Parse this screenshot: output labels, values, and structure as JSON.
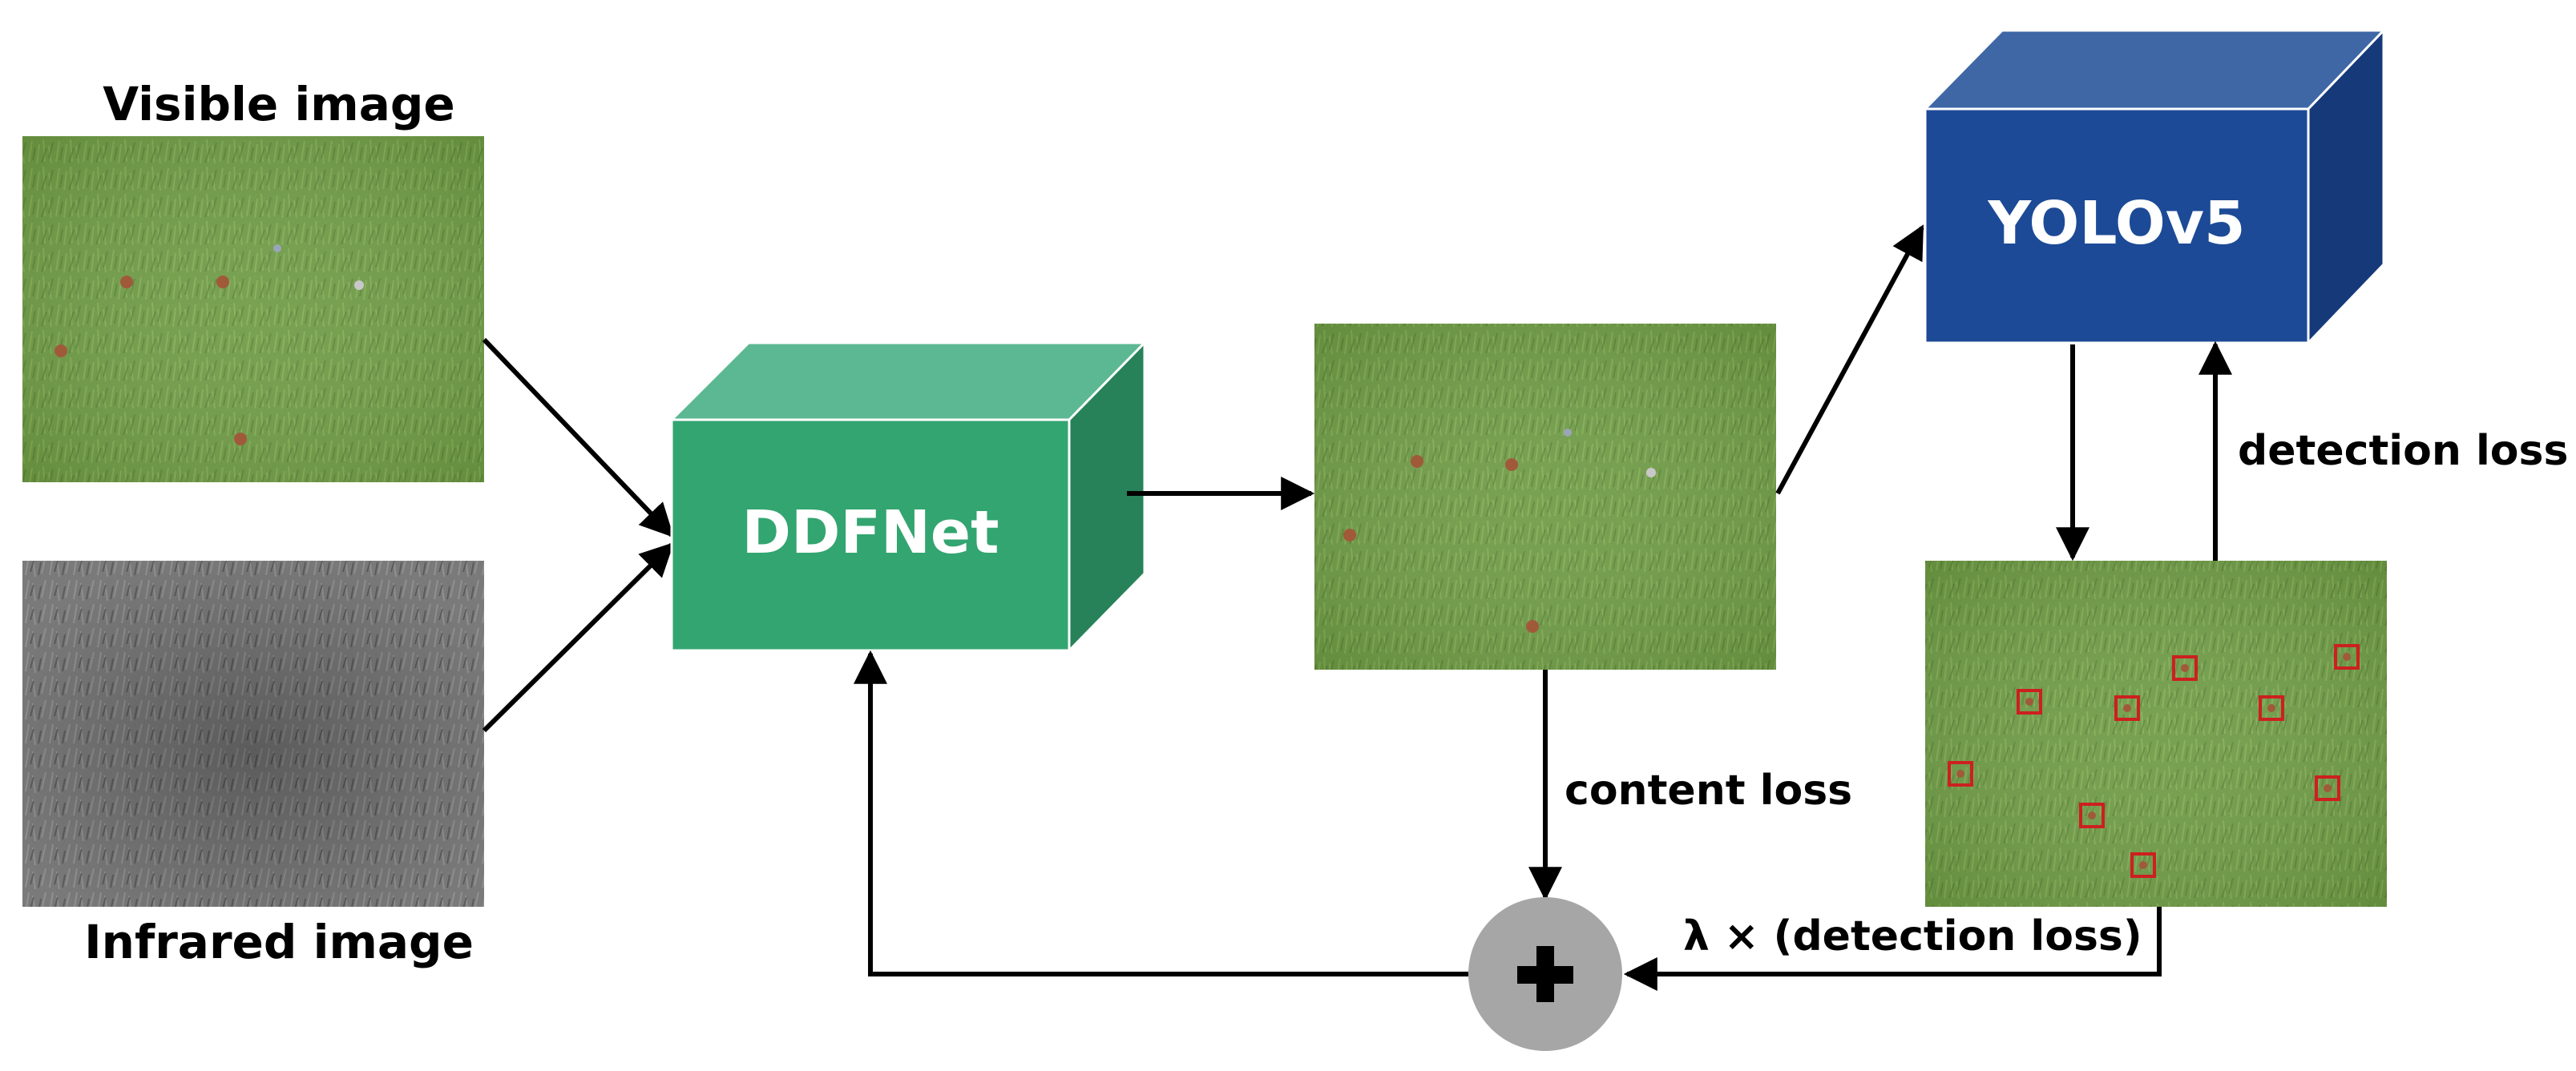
{
  "labels": {
    "visible": "Visible image",
    "infrared": "Infrared image",
    "content_loss": "content loss",
    "detection_loss": "detection loss",
    "lambda_loss": "λ × (detection loss)"
  },
  "blocks": {
    "fusion_net": "DDFNet",
    "detector": "YOLOv5"
  },
  "colors": {
    "fusion_front": "#33a570",
    "fusion_top": "#5cb892",
    "fusion_side": "#278259",
    "detector_front": "#1c4a96",
    "detector_top": "#3f67a6",
    "detector_side": "#16397a",
    "grass": "#6f9b46",
    "infrared": "#7a7a7a",
    "sum_node": "#a6a6a6",
    "detection_box": "#cc2020"
  },
  "icons": {
    "sum_node": "plus-icon"
  }
}
